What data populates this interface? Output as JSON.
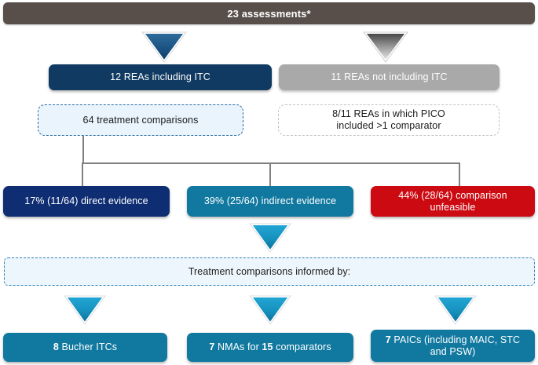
{
  "header": {
    "label": "23 assessments*"
  },
  "row_branch": {
    "left_box": "12 REAs including ITC",
    "right_box": "11 REAs not including ITC"
  },
  "row_dashed": {
    "left_box": "64 treatment comparisons",
    "right_box_line1": "8/11 REAs in which PICO",
    "right_box_line2": "included >1 comparator"
  },
  "row_evidence": {
    "direct": "17% (11/64) direct evidence",
    "indirect": "39% (25/64) indirect evidence",
    "unfeasible_line1": "44% (28/64) comparison",
    "unfeasible_line2": "unfeasible"
  },
  "band": {
    "label": "Treatment comparisons informed by:"
  },
  "row_methods": {
    "bucher_count": "8",
    "bucher_text": " Bucher ITCs",
    "nma_count": "7",
    "nma_mid": " NMAs for ",
    "nma_count2": "15",
    "nma_tail": " comparators",
    "paic_count": "7",
    "paic_line1": " PAICs (including MAIC, STC",
    "paic_line2": "and  PSW)"
  },
  "colors": {
    "header_bar": "#584f4a",
    "navy": "#103a61",
    "navy_deep": "#0e2d72",
    "grey": "#a9a9a9",
    "teal": "#1179a0",
    "red": "#cc0a12",
    "dashed_blue_fill": "#eaf4fc",
    "dashed_blue_border": "#2b6ca3",
    "dashed_grey_border": "#c2c2c2",
    "connector": "#808080",
    "arrow_blue_top": "#2b6ca3",
    "arrow_blue_bottom": "#0b3a63",
    "arrow_grey_top": "#4d4d4d",
    "arrow_grey_bottom": "#e8e8e8",
    "arrow_cyan_top": "#1ea5d6",
    "arrow_cyan_bottom": "#0d6f97"
  },
  "icons": {
    "arrow_navy": "down-triangle-navy-icon",
    "arrow_grey": "down-triangle-grey-icon",
    "arrow_cyan": "down-triangle-cyan-icon"
  }
}
